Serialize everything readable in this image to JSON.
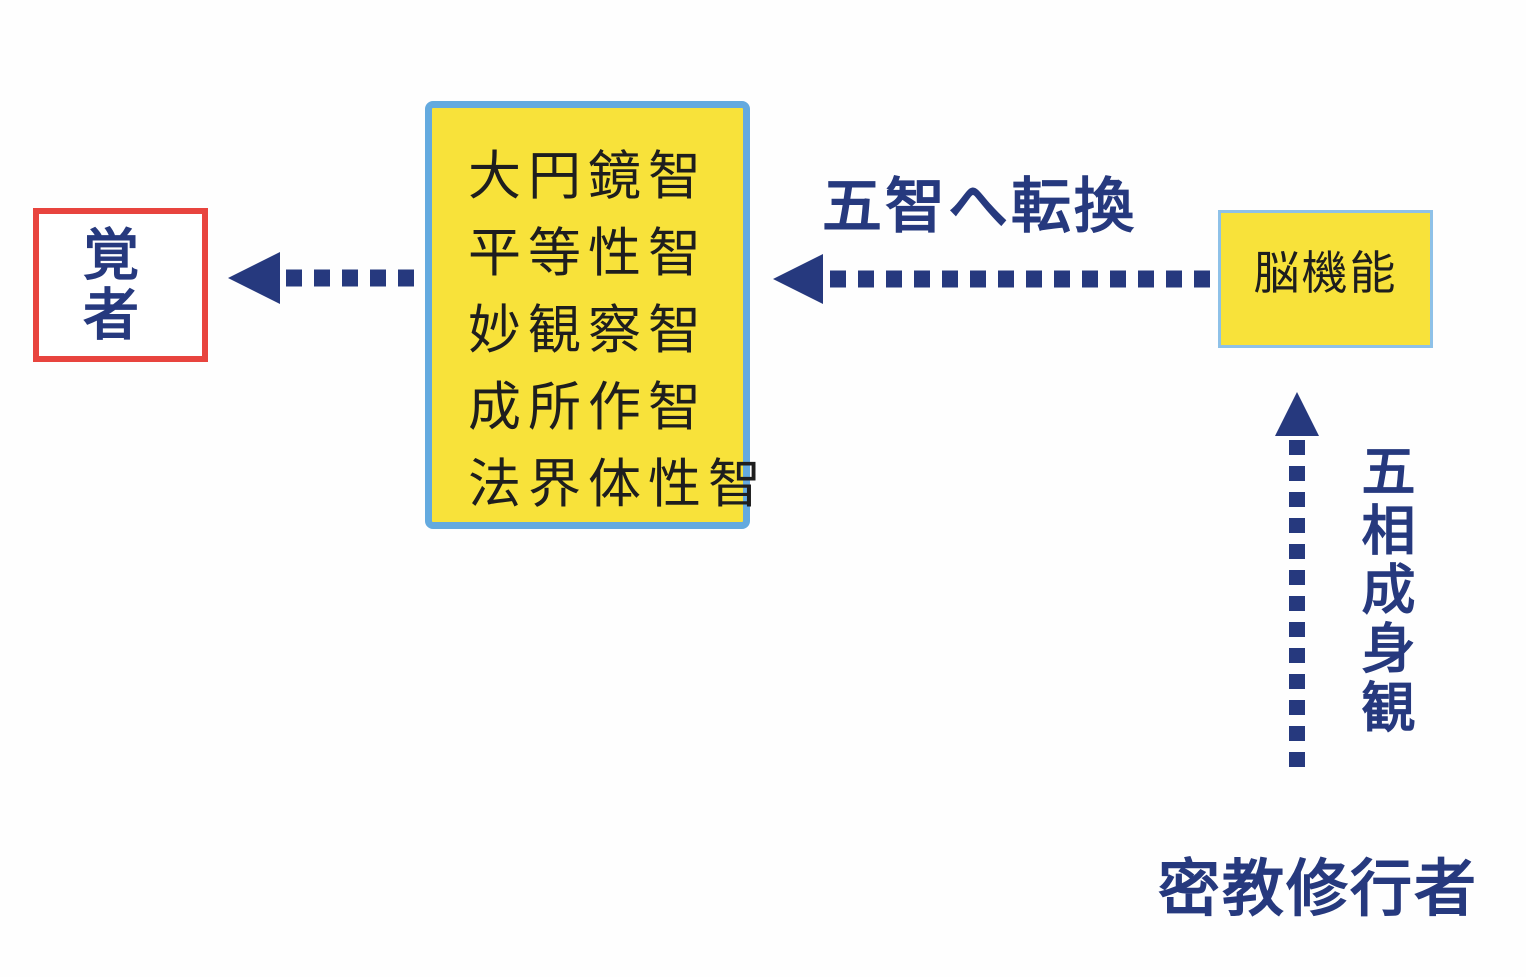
{
  "diagram": {
    "boxes": {
      "enlightened": {
        "label": "覚者",
        "border_color": "#e8443e",
        "bg_color": "#ffffff"
      },
      "five_wisdoms": {
        "items": [
          "大円鏡智",
          "平等性智",
          "妙観察智",
          "成所作智",
          "法界体性智"
        ],
        "bg_color": "#f8e23a",
        "border_color": "#64aadf"
      },
      "brain": {
        "label": "脳機能",
        "bg_color": "#f8e23a",
        "border_color": "#8ec1e8"
      }
    },
    "labels": {
      "conversion": "五智へ転換",
      "five_stage_practice": "五相成身観",
      "practitioner": "密教修行者"
    },
    "colors": {
      "text_navy": "#26397e",
      "text_black": "#1e1e1e",
      "arrow_navy": "#26397e"
    }
  }
}
